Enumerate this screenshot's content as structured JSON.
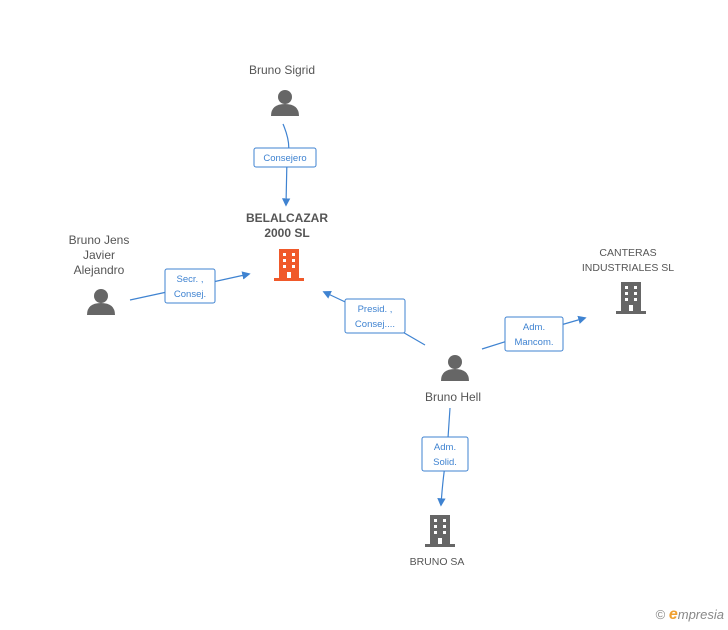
{
  "colors": {
    "person": "#666666",
    "company_gray": "#666666",
    "company_highlight": "#f0592a",
    "edge": "#3f83d1"
  },
  "nodes": {
    "bruno_sigrid": {
      "label_lines": [
        "Bruno Sigrid"
      ],
      "icon": "person-icon"
    },
    "belalcazar": {
      "label_lines": [
        "BELALCAZAR",
        "2000 SL"
      ],
      "icon": "building-icon"
    },
    "bruno_jens": {
      "label_lines": [
        "Bruno Jens",
        "Javier",
        "Alejandro"
      ],
      "icon": "person-icon"
    },
    "canteras": {
      "label_lines": [
        "CANTERAS",
        "INDUSTRIALES SL"
      ],
      "icon": "building-icon"
    },
    "bruno_hell": {
      "label_lines": [
        "Bruno Hell"
      ],
      "icon": "person-icon"
    },
    "bruno_sa": {
      "label_lines": [
        "BRUNO SA"
      ],
      "icon": "building-icon"
    }
  },
  "edges": {
    "sigrid_belalcazar": {
      "label_lines": [
        "Consejero"
      ]
    },
    "jens_belalcazar": {
      "label_lines": [
        "Secr. ,",
        "Consej."
      ]
    },
    "hell_belalcazar": {
      "label_lines": [
        "Presid. ,",
        "Consej...."
      ]
    },
    "hell_canteras": {
      "label_lines": [
        "Adm.",
        "Mancom."
      ]
    },
    "hell_brunosa": {
      "label_lines": [
        "Adm.",
        "Solid."
      ]
    }
  },
  "brand": {
    "copyright": "©",
    "e": "e",
    "rest": "mpresia"
  }
}
